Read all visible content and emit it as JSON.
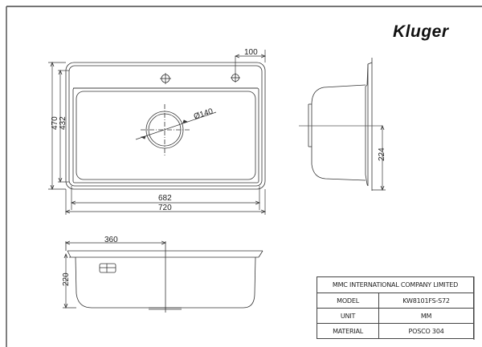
{
  "brand": {
    "logo_text": "Kluger"
  },
  "drawing": {
    "top_view": {
      "dimensions": {
        "overall_width": "720",
        "bowl_width": "682",
        "overall_depth": "470",
        "bowl_depth": "432",
        "tap_hole_offset": "100",
        "drain_diameter": "Ø140"
      }
    },
    "side_view": {
      "dimensions": {
        "drain_height": "224"
      }
    },
    "front_view": {
      "dimensions": {
        "drain_offset": "360",
        "bowl_height": "220"
      }
    }
  },
  "title_block": {
    "company": "MMC INTERNATIONAL COMPANY LIMITED",
    "rows": [
      {
        "label": "MODEL",
        "value": "KW8101FS-S72"
      },
      {
        "label": "UNIT",
        "value": "MM"
      },
      {
        "label": "MATERIAL",
        "value": "POSCO 304"
      }
    ]
  },
  "colors": {
    "line": "#333333",
    "frame": "#222222",
    "background": "#ffffff"
  }
}
